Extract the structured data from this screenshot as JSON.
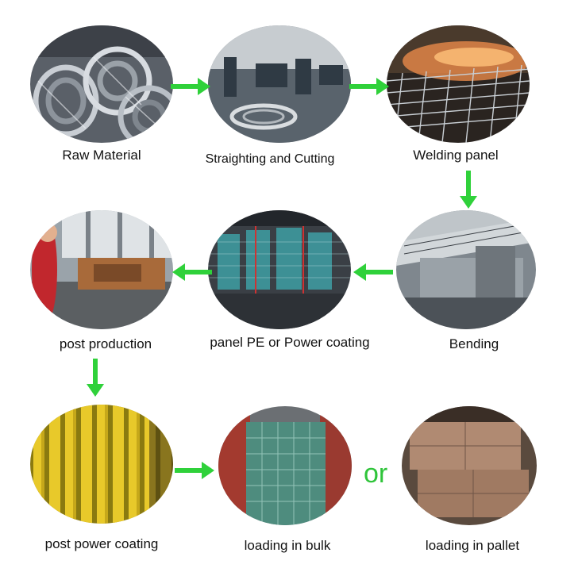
{
  "steps": {
    "raw_material": "Raw Material",
    "straighting_cutting": "Straighting and Cutting",
    "welding_panel": "Welding panel",
    "bending": "Bending",
    "panel_coating": "panel PE or Power coating",
    "post_production": "post production",
    "post_power_coating": "post power coating",
    "loading_bulk": "loading in bulk",
    "loading_pallet": "loading in pallet"
  },
  "connector_or": "or",
  "colors": {
    "arrow": "#2fd13a",
    "or_text": "#2fc43a"
  }
}
